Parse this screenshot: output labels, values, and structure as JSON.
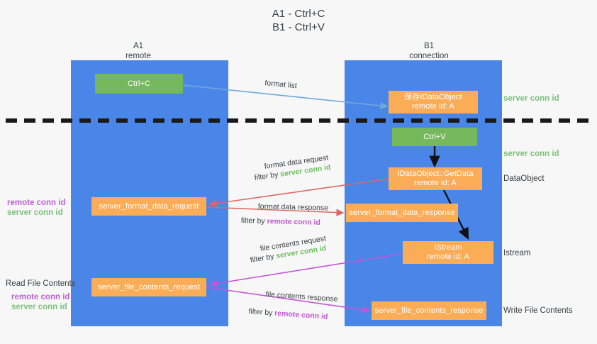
{
  "title": "A1 - Ctrl+C\nB1 - Ctrl+V",
  "columns": [
    {
      "name": "a1-column",
      "label": "A1\nremote"
    },
    {
      "name": "b1-column",
      "label": "B1\nconnection"
    }
  ],
  "nodes": [
    {
      "name": "ctrl-c-node",
      "label": "Ctrl+C",
      "color": "#76b85c"
    },
    {
      "name": "save-idataobject-node",
      "label": "保存IDataObject\nremote id: A",
      "color": "#fbac57"
    },
    {
      "name": "ctrl-v-node",
      "label": "Ctrl+V",
      "color": "#76b85c"
    },
    {
      "name": "idataobject-getdata-node",
      "label": "IDataObject::GetData\nremote id: A",
      "color": "#fbac57"
    },
    {
      "name": "server-format-data-request-node",
      "label": "server_format_data_request",
      "color": "#fbac57"
    },
    {
      "name": "server-format-data-response-node",
      "label": "server_format_data_response",
      "color": "#fbac57"
    },
    {
      "name": "istream-node",
      "label": "IStream\nremote id: A",
      "color": "#fbac57"
    },
    {
      "name": "server-file-contents-request-node",
      "label": "server_file_contents_request",
      "color": "#fbac57"
    },
    {
      "name": "server-file-contents-response-node",
      "label": "server_file_contents_response",
      "color": "#fbac57"
    }
  ],
  "edge_labels": {
    "format_list": "format list",
    "format_data_request": "format data request",
    "format_data_request_filter_prefix": "filter by ",
    "format_data_request_filter_value": "server conn id",
    "format_data_response": "format data response",
    "format_data_response_filter_prefix": "filter by ",
    "format_data_response_filter_value": "remote conn id",
    "file_contents_request": "file contents request",
    "file_contents_request_filter_prefix": "filter by ",
    "file_contents_request_filter_value": "server conn id",
    "file_contents_response": "file contents response",
    "file_contents_response_filter_prefix": "filter by ",
    "file_contents_response_filter_value": "remote conn id"
  },
  "right_labels": [
    {
      "name": "server-conn-id-top",
      "label": "server conn id",
      "color": "#7cc07c"
    },
    {
      "name": "server-conn-id-second",
      "label": "server conn id",
      "color": "#7cc07c"
    },
    {
      "name": "dataobject-label",
      "label": "DataObject",
      "color": "#3c4043"
    },
    {
      "name": "istream-label",
      "label": "Istream",
      "color": "#3c4043"
    },
    {
      "name": "write-file-contents-label",
      "label": "Write File Contents",
      "color": "#3c4043"
    }
  ],
  "left_labels": [
    {
      "name": "remote-conn-id-mid",
      "label": "remote conn id",
      "color": "#c060d8"
    },
    {
      "name": "server-conn-id-mid",
      "label": "server conn id",
      "color": "#7cc07c"
    },
    {
      "name": "read-file-contents-label",
      "label": "Read File Contents",
      "color": "#3c4043"
    },
    {
      "name": "remote-conn-id-bottom",
      "label": "remote conn id",
      "color": "#c060d8"
    },
    {
      "name": "server-conn-id-bottom",
      "label": "server conn id",
      "color": "#7cc07c"
    }
  ],
  "colors": {
    "lane": "#4a86e8",
    "green_node": "#76b85c",
    "orange_node": "#fbac57",
    "arrow_blue": "#6fa8dc",
    "arrow_red": "#e06666",
    "arrow_magenta": "#c455d8",
    "arrow_black": "#000000",
    "separator": "#1a1a1a",
    "background": "#f7f7f7"
  }
}
